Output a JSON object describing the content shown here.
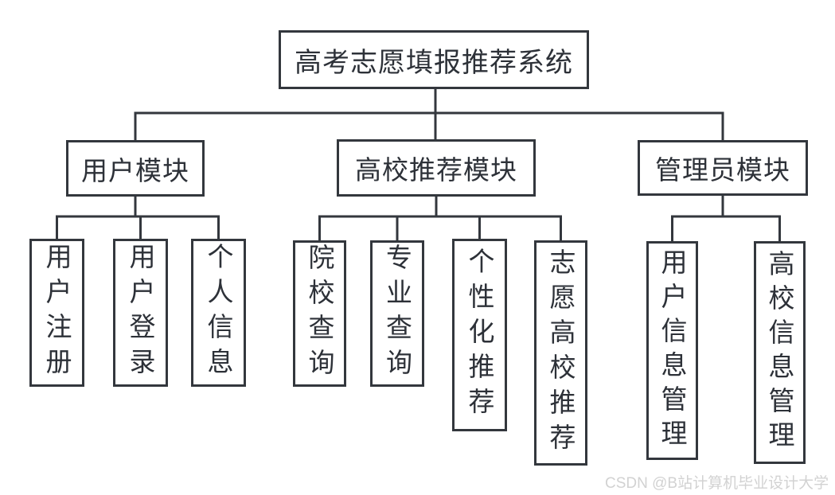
{
  "diagram": {
    "root": {
      "label": "高考志愿填报推荐系统"
    },
    "modules": [
      {
        "label": "用户模块",
        "children": [
          {
            "label": "用户注册"
          },
          {
            "label": "用户登录"
          },
          {
            "label": "个人信息"
          }
        ]
      },
      {
        "label": "高校推荐模块",
        "children": [
          {
            "label": "院校查询"
          },
          {
            "label": "专业查询"
          },
          {
            "label": "个性化推荐"
          },
          {
            "label": "志愿高校推荐"
          }
        ]
      },
      {
        "label": "管理员模块",
        "children": [
          {
            "label": "用户信息管理"
          },
          {
            "label": "高校信息管理"
          }
        ]
      }
    ]
  },
  "watermark": "CSDN @B站计算机毕业设计大学",
  "colors": {
    "line": "#33373d",
    "text": "#2d3138",
    "background": "#ffffff",
    "watermark": "#d2d2d2"
  }
}
